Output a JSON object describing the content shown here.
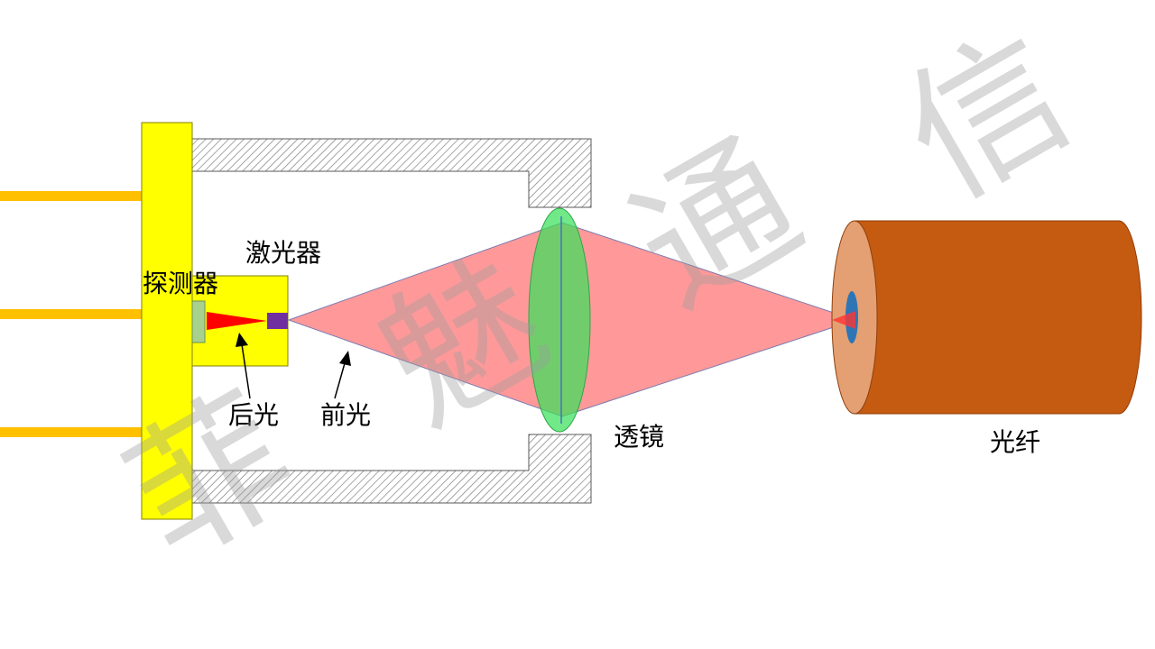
{
  "labels": {
    "detector": "探测器",
    "laser": "激光器",
    "back_light": "后光",
    "front_light": "前光",
    "lens": "透镜",
    "fiber": "光纤"
  },
  "watermark": [
    "菲",
    "魅",
    "通",
    "信"
  ],
  "colors": {
    "header": "#ffff00",
    "pins": "#ffc000",
    "housing_stroke": "#595959",
    "hatch": "#7f7f7f",
    "laser_block": "#ffff00",
    "detector_chip": "#a9d18e",
    "back_beam": "#ff0000",
    "laser_chip": "#7030a0",
    "beam_cone": "#ff9999",
    "lens_fill": "#3ae05a",
    "fiber_body": "#c55a11",
    "fiber_face": "#e4a073",
    "fiber_core": "#2e75b6",
    "watermark": "#9a9a9a"
  },
  "icons": {
    "arrow": "arrow-up-icon"
  }
}
